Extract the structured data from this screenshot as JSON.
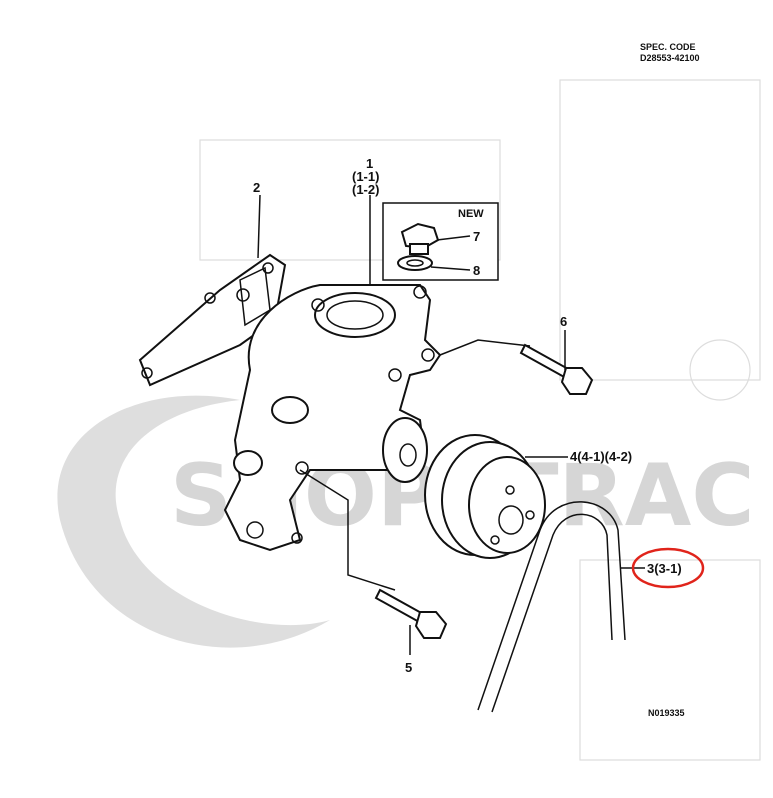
{
  "spec": {
    "label": "SPEC. CODE",
    "code": "D28553-42100"
  },
  "callouts": {
    "water_pump": [
      "1",
      "(1-1)",
      "(1-2)"
    ],
    "gasket": "2",
    "belt": "3(3-1)",
    "pulley": "4(4-1)(4-2)",
    "bolt_short": "5",
    "bolt_long": "6",
    "plug": "7",
    "washer": "8"
  },
  "new_box_label": "NEW",
  "drawing_number": "N019335",
  "watermark": "SHOP4TRAC",
  "colors": {
    "highlight": "#e0241b",
    "line": "#111111",
    "watermark": "#c9c9c9"
  }
}
